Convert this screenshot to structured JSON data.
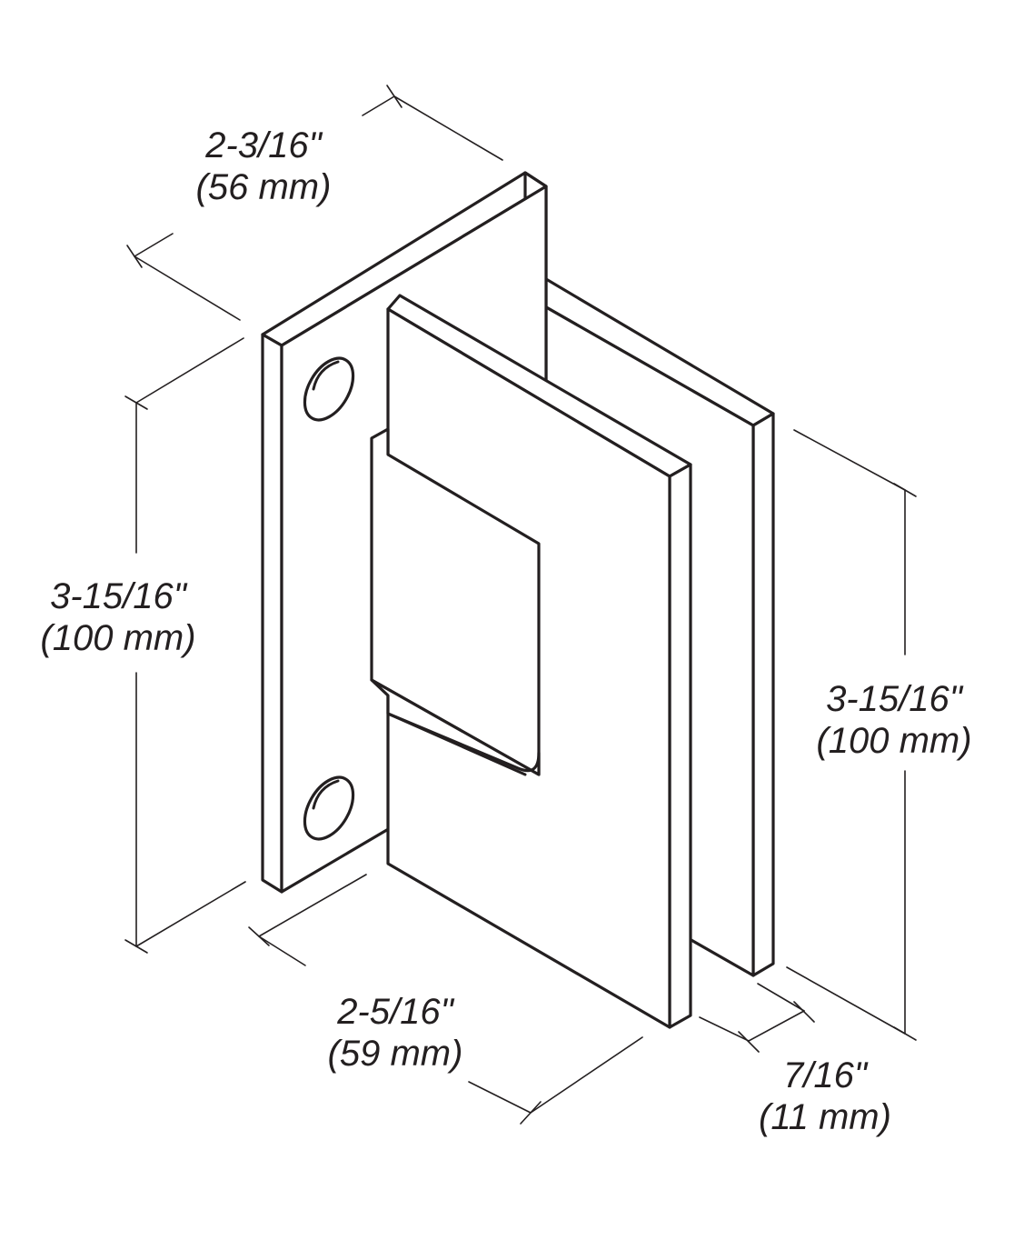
{
  "dimensions": {
    "top_width": {
      "imperial": "2-3/16\"",
      "metric": "(56 mm)"
    },
    "left_height": {
      "imperial": "3-15/16\"",
      "metric": "(100 mm)"
    },
    "right_height": {
      "imperial": "3-15/16\"",
      "metric": "(100 mm)"
    },
    "bottom_width": {
      "imperial": "2-5/16\"",
      "metric": "(59 mm)"
    },
    "gap": {
      "imperial": "7/16\"",
      "metric": "(11 mm)"
    }
  },
  "colors": {
    "line": "#231f20",
    "background": "#ffffff"
  }
}
